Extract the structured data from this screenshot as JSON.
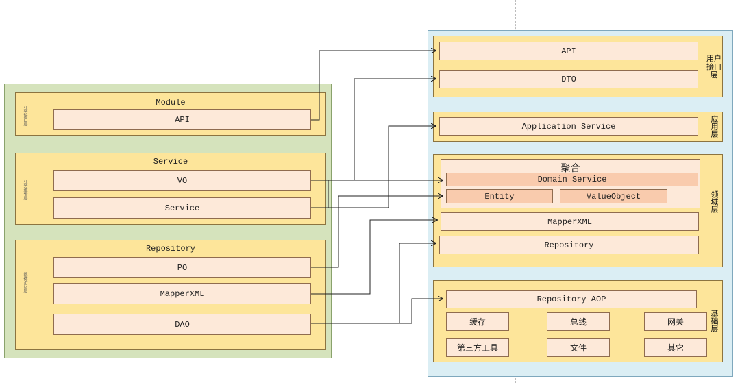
{
  "left": {
    "module": {
      "title": "Module",
      "side_label": "业务接口层",
      "api": "API"
    },
    "service": {
      "title": "Service",
      "side_label": "业务逻辑层",
      "vo": "VO",
      "service": "Service"
    },
    "repository": {
      "title": "Repository",
      "side_label": "数据访问层",
      "po": "PO",
      "mapperxml": "MapperXML",
      "dao": "DAO"
    }
  },
  "right": {
    "user_interface": {
      "side_label": "用户接口层",
      "api": "API",
      "dto": "DTO"
    },
    "application": {
      "side_label": "应用层",
      "app_service": "Application Service"
    },
    "domain": {
      "side_label": "领域层",
      "aggregate_title": "聚合",
      "domain_service": "Domain Service",
      "entity": "Entity",
      "value_object": "ValueObject",
      "mapperxml": "MapperXML",
      "repository": "Repository"
    },
    "infrastructure": {
      "side_label": "基础层",
      "repository_aop": "Repository AOP",
      "cache": "缓存",
      "bus": "总线",
      "gateway": "网关",
      "third_party": "第三方工具",
      "file": "文件",
      "other": "其它"
    }
  },
  "mappings": [
    {
      "from": "API",
      "to": "API"
    },
    {
      "from": "VO",
      "to": "DTO"
    },
    {
      "from": "Service",
      "to": "Application Service"
    },
    {
      "from": "Service",
      "to": "Domain Service"
    },
    {
      "from": "PO",
      "to": "Entity"
    },
    {
      "from": "MapperXML",
      "to": "MapperXML"
    },
    {
      "from": "DAO",
      "to": "Repository"
    },
    {
      "from": "DAO",
      "to": "Repository AOP"
    }
  ]
}
